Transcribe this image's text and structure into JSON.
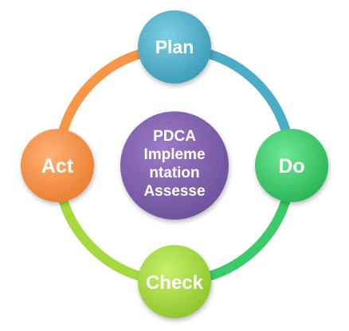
{
  "diagram": {
    "center": {
      "lines": [
        "PDCA",
        "Impleme",
        "ntation",
        "Assesse"
      ],
      "color": "#7B5EA7"
    },
    "nodes": [
      {
        "label": "Plan",
        "color": "#4BACC6"
      },
      {
        "label": "Do",
        "color": "#3CCB6A"
      },
      {
        "label": "Check",
        "color": "#A5D93E"
      },
      {
        "label": "Act",
        "color": "#F79646"
      }
    ],
    "arcs": [
      {
        "from": "Plan",
        "to": "Do",
        "color": "#4BACC6"
      },
      {
        "from": "Do",
        "to": "Check",
        "color": "#3CCB6A"
      },
      {
        "from": "Check",
        "to": "Act",
        "color": "#A5D93E"
      },
      {
        "from": "Act",
        "to": "Plan",
        "color": "#F79646"
      }
    ]
  }
}
